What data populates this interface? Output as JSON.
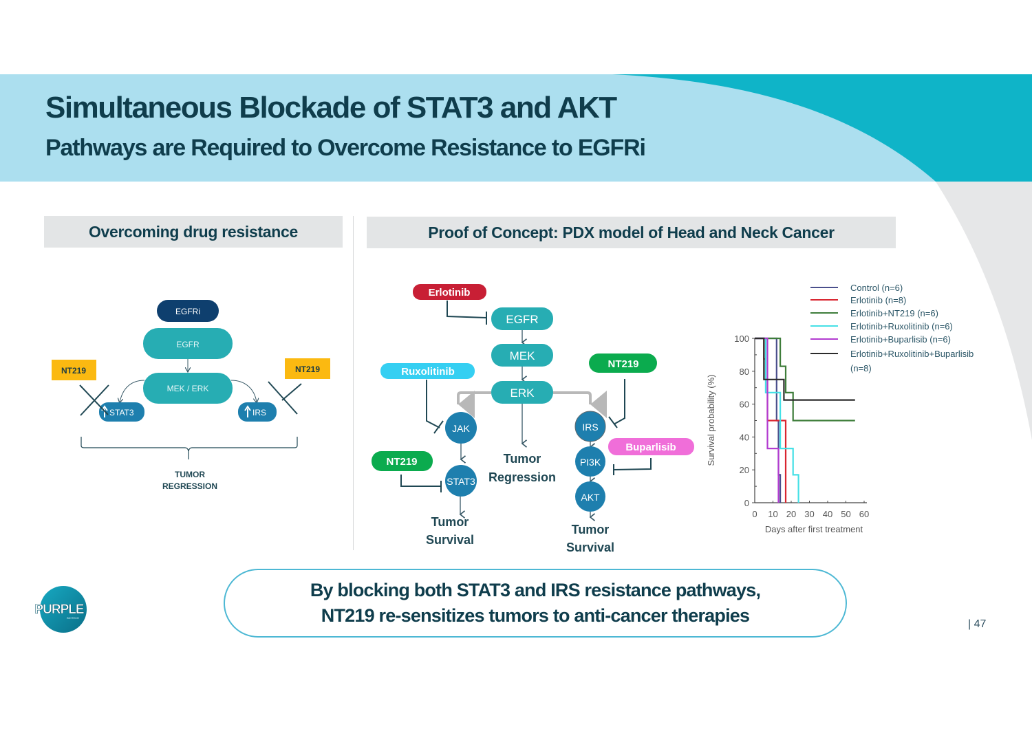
{
  "slide": {
    "title_line1": "Simultaneous Blockade of STAT3 and AKT",
    "title_line2": "Pathways are Required to Overcome Resistance to EGFRi",
    "page_number": "| 47",
    "colors": {
      "header_light": "#acdfef",
      "header_dark": "#0fb4c8",
      "title_text": "#0f3d4c",
      "section_header_bg": "#e3e5e6",
      "teal_node": "#27adb3",
      "blue_node": "#1e7fae",
      "navy_node": "#0e3f6e",
      "nt219_yellow": "#fbb911",
      "erlotinib_red": "#c81f35",
      "ruxolitinib_cyan": "#35cff2",
      "nt219_green": "#0bab4e",
      "buparlisib_pink": "#f06ed9",
      "takeaway_border": "#4db8d4"
    }
  },
  "left_panel": {
    "header": "Overcoming drug resistance",
    "nodes": {
      "egfri": "EGFRi",
      "egfr": "EGFR",
      "mek_erk": "MEK / ERK",
      "stat3": "STAT3",
      "irs": "IRS"
    },
    "inhibitor_left": "NT219",
    "inhibitor_right": "NT219",
    "outcome_line1": "TUMOR",
    "outcome_line2": "REGRESSION"
  },
  "right_panel": {
    "header": "Proof of Concept: PDX model of Head and Neck Cancer",
    "drugs": {
      "erlotinib": "Erlotinib",
      "ruxolitinib": "Ruxolitinib",
      "nt219_top": "NT219",
      "nt219_bottom": "NT219",
      "buparlisib": "Buparlisib"
    },
    "nodes": {
      "egfr": "EGFR",
      "mek": "MEK",
      "erk": "ERK",
      "jak": "JAK",
      "stat3": "STAT3",
      "irs": "IRS",
      "pi3k": "PI3K",
      "akt": "AKT"
    },
    "outcomes": {
      "left_line1": "Tumor",
      "left_line2": "Survival",
      "center_line1": "Tumor",
      "center_line2": "Regression",
      "right_line1": "Tumor",
      "right_line2": "Survival"
    }
  },
  "chart_data": {
    "type": "line",
    "subtype": "kaplan-meier step",
    "title": "",
    "xlabel": "Days after first treatment",
    "ylabel": "Survival probability (%)",
    "xlim": [
      0,
      60
    ],
    "ylim": [
      0,
      100
    ],
    "xticks": [
      "0",
      "10",
      "20",
      "30",
      "40",
      "50",
      "60"
    ],
    "yticks": [
      "0",
      "20",
      "40",
      "60",
      "80",
      "100"
    ],
    "grid": false,
    "legend_position": "top-right",
    "series": [
      {
        "name": "Control (n=6)",
        "color": "#4a4f8c",
        "x": [
          0,
          12,
          12,
          13,
          13,
          14
        ],
        "y": [
          100,
          100,
          50,
          50,
          17,
          17
        ],
        "end": [
          14,
          0
        ]
      },
      {
        "name": "Erlotinib (n=8)",
        "color": "#d9252f",
        "x": [
          0,
          5,
          5,
          6,
          6,
          7,
          7,
          17
        ],
        "y": [
          100,
          100,
          87.5,
          87.5,
          75,
          75,
          50,
          50
        ],
        "end": [
          17,
          0
        ]
      },
      {
        "name": "Erlotinib+NT219 (n=6)",
        "color": "#3e7d3a",
        "x": [
          0,
          14,
          14,
          17,
          17,
          21,
          21,
          55
        ],
        "y": [
          100,
          100,
          83,
          83,
          67,
          67,
          50,
          50
        ],
        "end": null
      },
      {
        "name": "Erlotinib+Ruxolitinib (n=6)",
        "color": "#45e0e6",
        "x": [
          0,
          6,
          6,
          14,
          14,
          21,
          21,
          24
        ],
        "y": [
          100,
          100,
          67,
          67,
          33,
          33,
          17,
          17
        ],
        "end": [
          24,
          0
        ]
      },
      {
        "name": "Erlotinib+Buparlisib (n=6)",
        "color": "#b23bd0",
        "x": [
          0,
          7,
          7,
          13
        ],
        "y": [
          100,
          100,
          33,
          33
        ],
        "end": [
          13,
          0
        ]
      },
      {
        "name": "Erlotinib+Ruxolitinib+Buparlisib (n=8)",
        "color": "#2b2b2b",
        "x": [
          0,
          5,
          5,
          16,
          16,
          55
        ],
        "y": [
          100,
          100,
          75,
          75,
          62.5,
          62.5
        ],
        "end": null
      }
    ],
    "legend_entries": [
      "Control (n=6)",
      "Erlotinib (n=8)",
      "Erlotinib+NT219 (n=6)",
      "Erlotinib+Ruxolitinib (n=6)",
      "Erlotinib+Buparlisib (n=6)",
      "Erlotinib+Ruxolitinib+Buparlisib",
      "(n=8)"
    ]
  },
  "takeaway": {
    "line1": "By blocking both STAT3 and IRS resistance pathways,",
    "line2": "NT219 re-sensitizes tumors to anti-cancer therapies"
  },
  "logo": {
    "text": "PURPLE",
    "subtext": "BIOTECH"
  }
}
